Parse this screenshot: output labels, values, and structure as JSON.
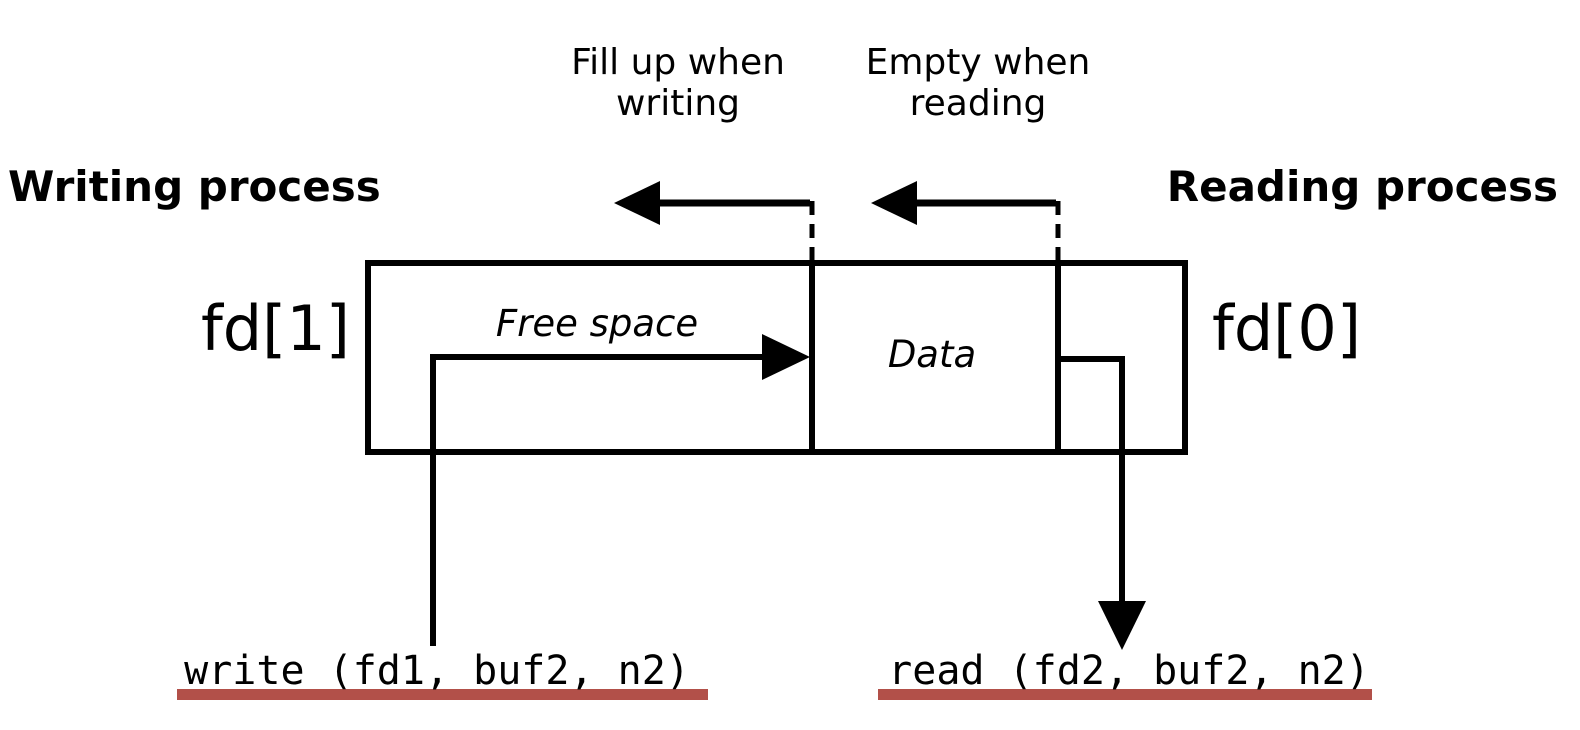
{
  "diagram": {
    "kind": "pipe-buffer-diagram",
    "process_labels": {
      "writing": "Writing process",
      "reading": "Reading process"
    },
    "flow_annotations": {
      "fill": {
        "line1": "Fill up when",
        "line2": "writing"
      },
      "empty": {
        "line1": "Empty when",
        "line2": "reading"
      }
    },
    "fd_labels": {
      "write_end": "fd[1]",
      "read_end": "fd[0]"
    },
    "buffer_regions": {
      "free_space": "Free space",
      "data": "Data"
    },
    "syscalls": {
      "write": "write (fd1, buf2, n2)",
      "read": "read (fd2, buf2, n2)"
    },
    "colors": {
      "data_fill": "#e2c765",
      "underline": "#b25049",
      "line": "#000000"
    }
  }
}
